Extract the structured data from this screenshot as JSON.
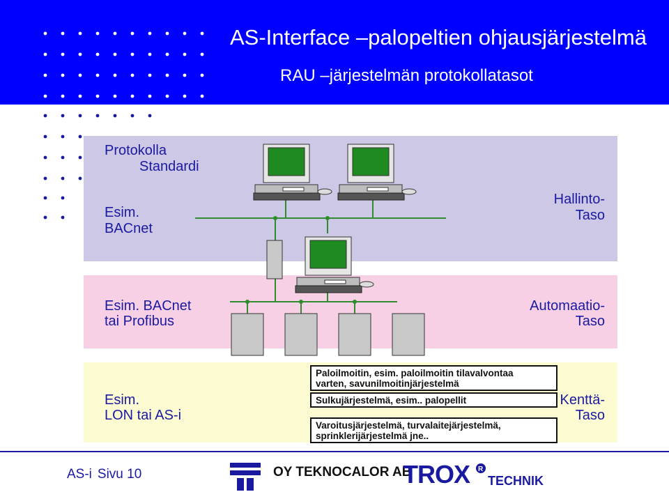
{
  "header": {
    "title": "AS-Interface –palopeltien ohjausjärjestelmä",
    "subtitle": "RAU –järjestelmän protokollatasot"
  },
  "column_header": {
    "line1": "Protokolla",
    "line2": "Standardi"
  },
  "levels": {
    "management": {
      "example_line1": "Esim.",
      "example_line2": "BACnet",
      "name_line1": "Hallinto-",
      "name_line2": "Taso"
    },
    "automation": {
      "example_line1": "Esim. BACnet",
      "example_line2": "tai Profibus",
      "name_line1": "Automaatio-",
      "name_line2": "Taso"
    },
    "field": {
      "example_line1": "Esim.",
      "example_line2": "LON tai  AS-i",
      "name_line1": "Kenttä-",
      "name_line2": "Taso"
    }
  },
  "field_devices": {
    "box1_line1": "Paloilmoitin, esim. paloilmoitin tilavalvontaa",
    "box1_line2": "varten, savunilmoitinjärjestelmä",
    "box2_line1": "Sulkujärjestelmä, esim.. palopellit",
    "box3_line1": "Varoitusjärjestelmä, turvalaitejärjestelmä,",
    "box3_line2": "sprinklerijärjestelmä jne.."
  },
  "footer": {
    "label": "AS-i",
    "page": "Sivu 10",
    "company1": "OY TEKNOCALOR AB",
    "company2": "TROX",
    "company2_suffix": "TECHNIK"
  },
  "colors": {
    "banner": "#0000ff",
    "management_band": "#cdc8e6",
    "automation_band": "#f7d0e6",
    "field_band": "#fdfbd2",
    "bus_line": "#2e8b2e",
    "text": "#1a1aa0"
  }
}
